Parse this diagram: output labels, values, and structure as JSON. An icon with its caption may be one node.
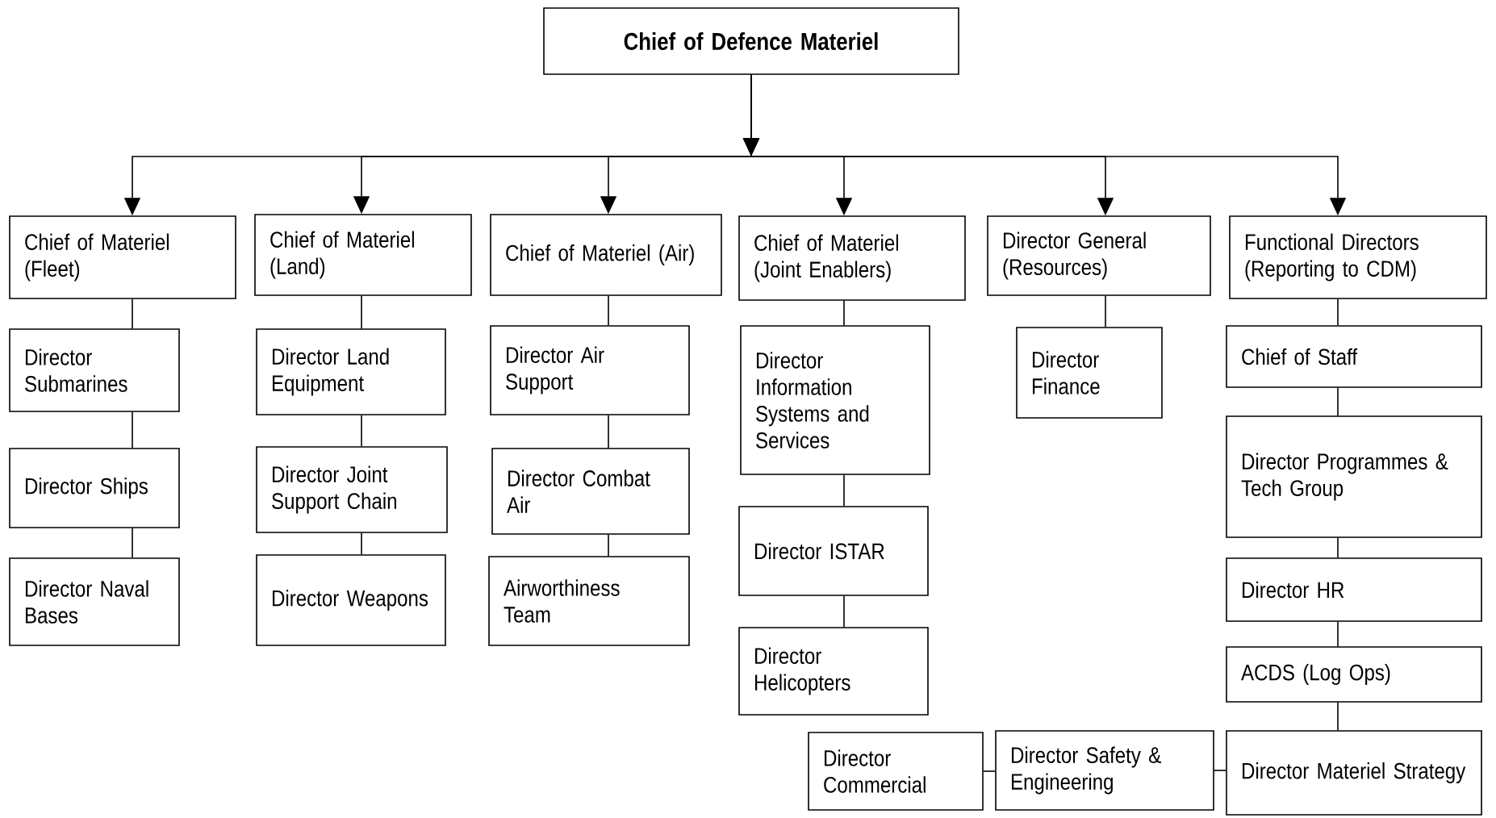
{
  "diagram": {
    "nodes": [
      {
        "text": [
          "Chief of Defence Materiel"
        ]
      },
      {
        "text": [
          "Chief of Materiel (Fleet)"
        ]
      },
      {
        "text": [
          "Chief of Materiel (Land)"
        ]
      },
      {
        "text": [
          "Chief of Materiel (Air)"
        ]
      },
      {
        "text": [
          "Chief of Materiel (Joint Enablers)"
        ]
      },
      {
        "text": [
          "Director General (Resources)"
        ]
      },
      {
        "text": [
          "Functional Directors (Reporting to CDM)"
        ]
      },
      {
        "text": [
          "Director Submarines"
        ]
      },
      {
        "text": [
          "Director Ships"
        ]
      },
      {
        "text": [
          "Director Naval Bases"
        ]
      },
      {
        "text": [
          "Director Land Equipment"
        ]
      },
      {
        "text": [
          "Director Joint Support Chain"
        ]
      },
      {
        "text": [
          "Director Weapons"
        ]
      },
      {
        "text": [
          "Director Air Support"
        ]
      },
      {
        "text": [
          "Director Combat Air"
        ]
      },
      {
        "text": [
          "Airworthiness Team"
        ]
      },
      {
        "text": [
          "Director Information Systems and Services"
        ]
      },
      {
        "text": [
          "Director ISTAR"
        ]
      },
      {
        "text": [
          "Director Helicopters"
        ]
      },
      {
        "text": [
          "Director Finance"
        ]
      },
      {
        "text": [
          "Chief of Staff"
        ]
      },
      {
        "text": [
          "Director Programmes & Tech Group"
        ]
      },
      {
        "text": [
          "Director HR"
        ]
      },
      {
        "text": [
          "ACDS (Log Ops)"
        ]
      },
      {
        "text": [
          "Director Materiel Strategy"
        ]
      },
      {
        "text": [
          "Director Safety & Engineering"
        ]
      },
      {
        "text": [
          "Director Commercial"
        ]
      }
    ],
    "edges": [
      {
        "from": 0,
        "to": 1,
        "arrow": "to"
      },
      {
        "from": 0,
        "to": 2,
        "arrow": "to"
      },
      {
        "from": 0,
        "to": 3,
        "arrow": "to"
      },
      {
        "from": 0,
        "to": 4,
        "arrow": "to"
      },
      {
        "from": 0,
        "to": 5,
        "arrow": "to"
      },
      {
        "from": 0,
        "to": 6,
        "arrow": "to"
      },
      {
        "from": 1,
        "to": 7,
        "arrow": "none"
      },
      {
        "from": 7,
        "to": 8,
        "arrow": "none"
      },
      {
        "from": 8,
        "to": 9,
        "arrow": "none"
      },
      {
        "from": 2,
        "to": 10,
        "arrow": "none"
      },
      {
        "from": 10,
        "to": 11,
        "arrow": "none"
      },
      {
        "from": 11,
        "to": 12,
        "arrow": "none"
      },
      {
        "from": 3,
        "to": 13,
        "arrow": "none"
      },
      {
        "from": 13,
        "to": 14,
        "arrow": "none"
      },
      {
        "from": 14,
        "to": 15,
        "arrow": "none"
      },
      {
        "from": 4,
        "to": 16,
        "arrow": "none"
      },
      {
        "from": 16,
        "to": 17,
        "arrow": "none"
      },
      {
        "from": 17,
        "to": 18,
        "arrow": "none"
      },
      {
        "from": 5,
        "to": 19,
        "arrow": "none"
      },
      {
        "from": 6,
        "to": 20,
        "arrow": "none"
      },
      {
        "from": 20,
        "to": 21,
        "arrow": "none"
      },
      {
        "from": 21,
        "to": 22,
        "arrow": "none"
      },
      {
        "from": 22,
        "to": 23,
        "arrow": "none"
      },
      {
        "from": 23,
        "to": 24,
        "arrow": "none"
      },
      {
        "from": 24,
        "to": 25,
        "arrow": "none"
      },
      {
        "from": 25,
        "to": 26,
        "arrow": "none"
      }
    ]
  }
}
